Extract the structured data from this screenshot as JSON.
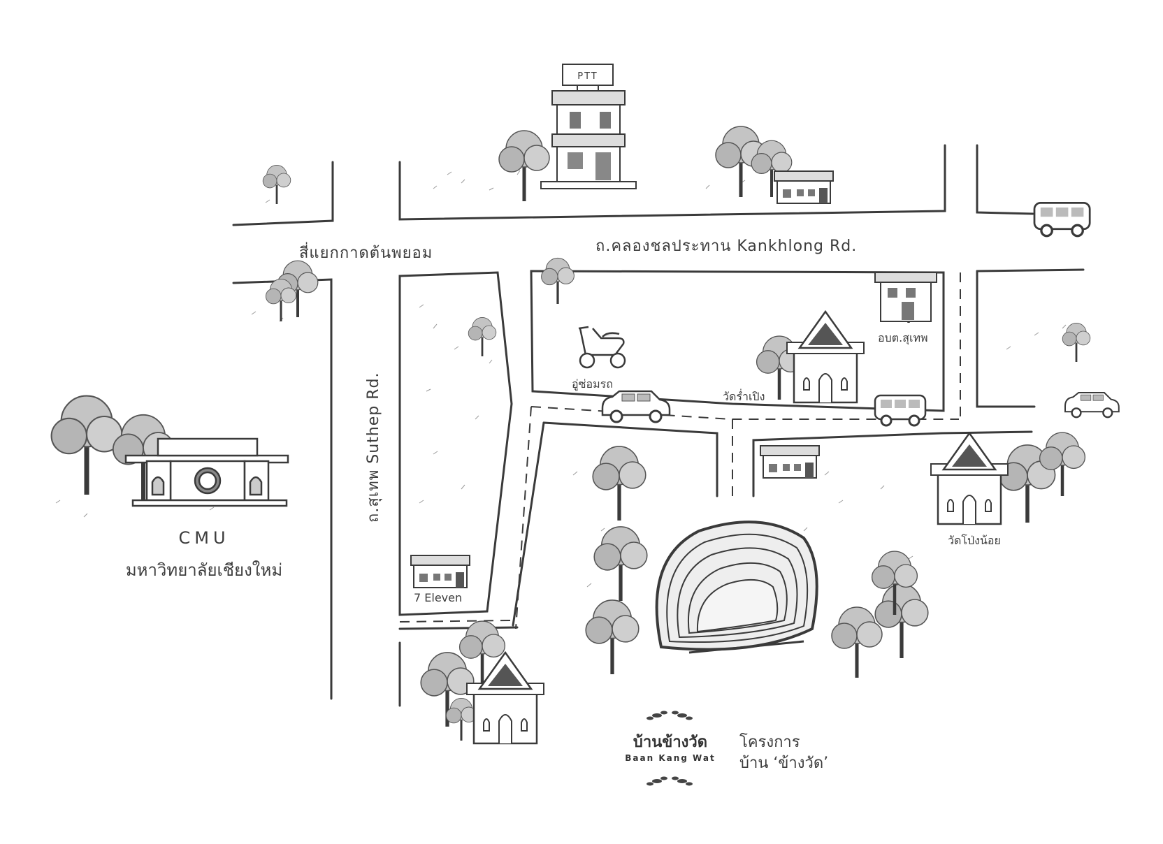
{
  "map": {
    "roads": {
      "kankhlong": "ถ.คลองชลประทาน Kankhlong Rd.",
      "intersection": "สี่แยกกาดต้นพยอม",
      "suthep": "ถ.สุเทพ Suthep Rd."
    },
    "places": {
      "ptt": "PTT",
      "motorbike_repair": "อู่ซ่อมรถ",
      "wat_ram_poeng": "วัดร่ำเปิง",
      "obt_suthep": "อบต.สุเทพ",
      "wat_pong_noi": "วัดโป่งน้อย",
      "seven_eleven": "7 Eleven",
      "cmu_en": "CMU",
      "cmu_th": "มหาวิทยาลัยเชียงใหม่"
    },
    "logo": {
      "thai": "บ้านข้างวัด",
      "english": "Baan Kang Wat"
    },
    "project": {
      "line1": "โครงการ",
      "line2": "บ้าน ‘ข้างวัด’"
    },
    "style": {
      "ink": "#3a3a3a",
      "tree_fill": "#bdbdbd",
      "roof_fill": "#555555",
      "background": "#ffffff"
    }
  }
}
